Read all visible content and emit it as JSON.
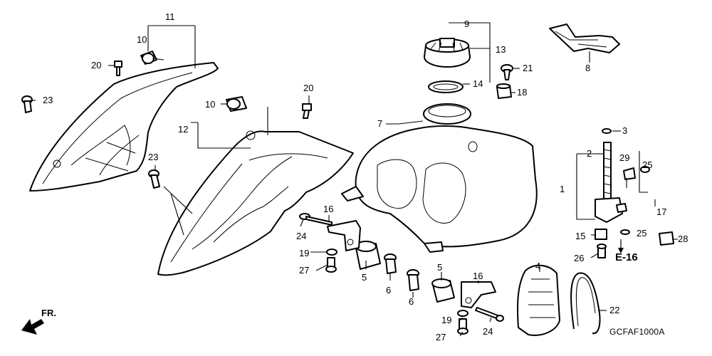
{
  "callouts": {
    "c1": "1",
    "c2": "2",
    "c3": "3",
    "c4": "4",
    "c5a": "5",
    "c5b": "5",
    "c6a": "6",
    "c6b": "6",
    "c7": "7",
    "c8": "8",
    "c9": "9",
    "c10a": "10",
    "c10b": "10",
    "c11": "11",
    "c12": "12",
    "c13": "13",
    "c14": "14",
    "c15": "15",
    "c16a": "16",
    "c16b": "16",
    "c17": "17",
    "c18": "18",
    "c19a": "19",
    "c19b": "19",
    "c20a": "20",
    "c20b": "20",
    "c21": "21",
    "c22": "22",
    "c23a": "23",
    "c23b": "23",
    "c24a": "24",
    "c24b": "24",
    "c25a": "25",
    "c25b": "25",
    "c26": "26",
    "c27a": "27",
    "c27b": "27",
    "c28": "28",
    "c29": "29"
  },
  "reference": "E-16",
  "front_marker": "FR.",
  "figure_code": "GCFAF1000A",
  "colors": {
    "line": "#000000",
    "background": "#ffffff"
  }
}
